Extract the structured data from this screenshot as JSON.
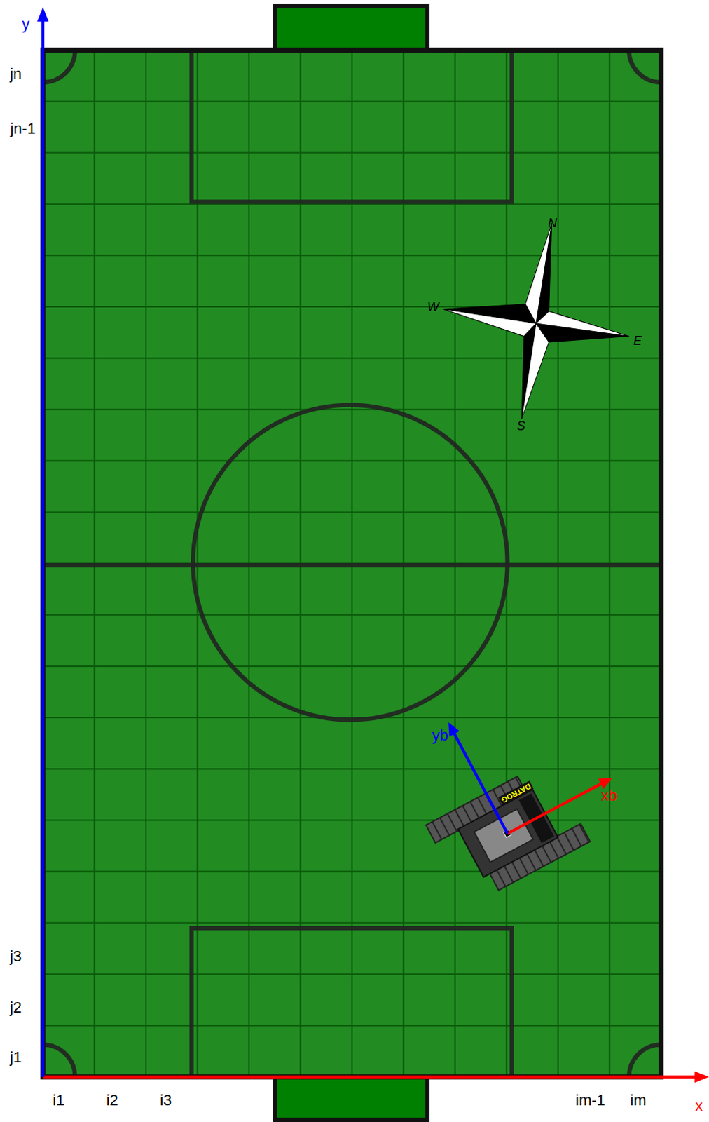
{
  "diagram": {
    "labels": [
      "y",
      "jn",
      "jn-1",
      "j3",
      "j2",
      "j1",
      "i1",
      "i2",
      "i3",
      "im-1",
      "im",
      "x",
      "N",
      "W",
      "E",
      "S",
      "yb",
      "xb",
      "DATROG"
    ]
  }
}
